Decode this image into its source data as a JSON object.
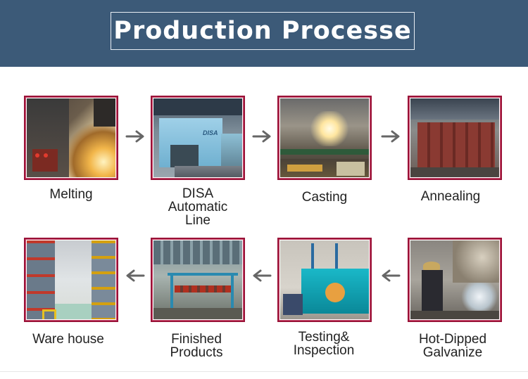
{
  "header": {
    "title": "Production Processe"
  },
  "steps": [
    {
      "label": "Melting",
      "image": "melting furnace with sparks"
    },
    {
      "label": "DISA\nAutomatic\nLine",
      "image": "DISA automatic molding line",
      "machine_text": "DISA"
    },
    {
      "label": "Casting",
      "image": "casting workshop"
    },
    {
      "label": "Annealing",
      "image": "annealing furnace"
    },
    {
      "label": "Hot-Dipped\nGalvanize",
      "image": "worker galvanizing"
    },
    {
      "label": "Testing&\nInspection",
      "image": "testing machine"
    },
    {
      "label": "Finished\nProducts",
      "image": "finished products in workshop"
    },
    {
      "label": "Ware house",
      "image": "warehouse racks"
    }
  ],
  "icons": {
    "arrow_right": "arrow-right-icon",
    "arrow_left": "arrow-left-icon"
  },
  "colors": {
    "banner": "#3c5a78",
    "frame": "#9a1238",
    "arrow": "#666666"
  }
}
